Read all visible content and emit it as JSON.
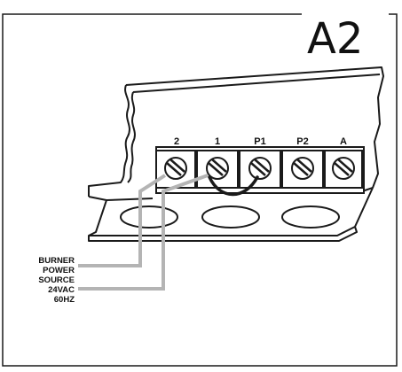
{
  "figure_id": "A2",
  "terminal_labels": [
    "2",
    "1",
    "P1",
    "P2",
    "A"
  ],
  "source_label_lines": [
    "BURNER",
    "POWER",
    "SOURCE",
    "24VAC",
    "60HZ"
  ],
  "colors": {
    "outline": "#1a1a1a",
    "wire": "#b4b4b4",
    "background": "#ffffff"
  }
}
